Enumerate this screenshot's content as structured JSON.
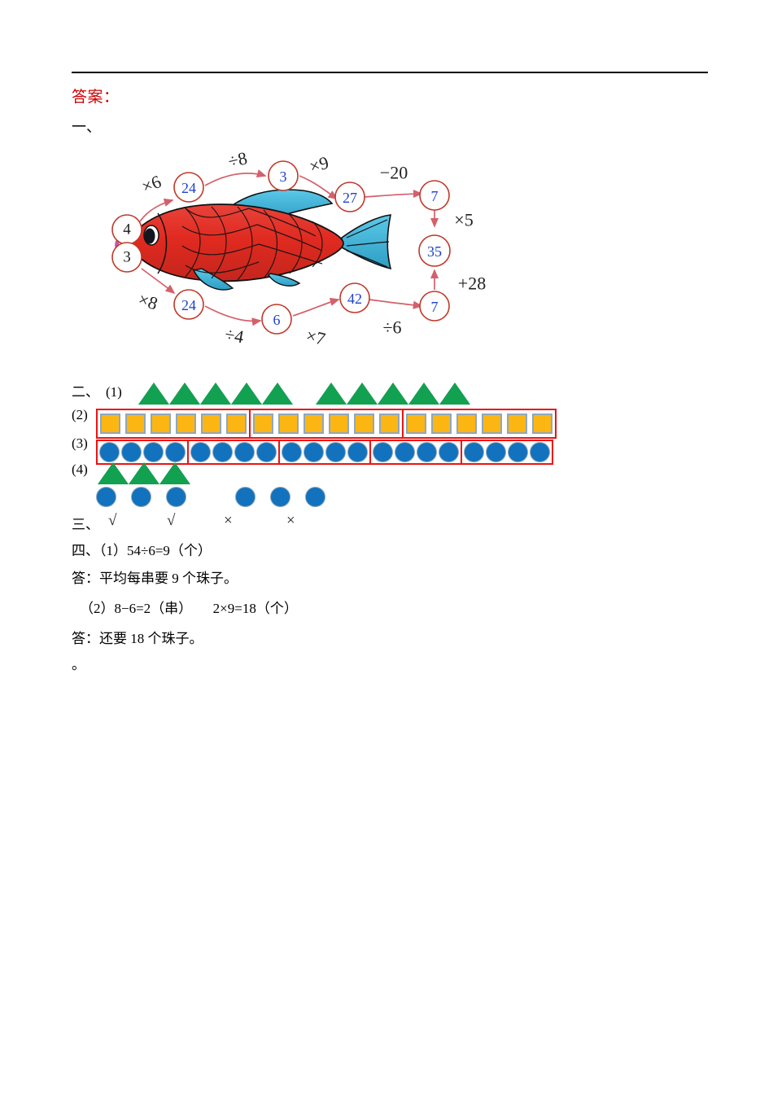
{
  "document": {
    "answers_label": "答案：",
    "section1_label": "一、",
    "section2_label": "二、",
    "section3_label": "三、",
    "section4_label": "四、",
    "trailing_period": "。"
  },
  "fish_diagram": {
    "description": "Red carp fish with arithmetic chain of operations around it",
    "top_chain": {
      "nodes": [
        {
          "value": "4",
          "color": "#1a1a1a"
        },
        {
          "value": "24",
          "color": "#1f3fd0"
        },
        {
          "value": "3",
          "color": "#1f3fd0"
        },
        {
          "value": "27",
          "color": "#1f3fd0"
        },
        {
          "value": "7",
          "color": "#1f3fd0"
        },
        {
          "value": "35",
          "color": "#1f3fd0"
        }
      ],
      "operations": [
        "×6",
        "÷8",
        "×9",
        "−20",
        "×5"
      ]
    },
    "bottom_chain": {
      "nodes": [
        {
          "value": "3",
          "color": "#1a1a1a"
        },
        {
          "value": "24",
          "color": "#1f3fd0"
        },
        {
          "value": "6",
          "color": "#1f3fd0"
        },
        {
          "value": "42",
          "color": "#1f3fd0"
        },
        {
          "value": "7",
          "color": "#1f3fd0"
        }
      ],
      "operations": [
        "×8",
        "÷4",
        "×7",
        "÷6",
        "+28"
      ]
    }
  },
  "section2": {
    "item1_label": "(1)",
    "item2_label": "(2)",
    "item3_label": "(3)",
    "item4_label": "(4)",
    "row1_triangles": {
      "groups": 2,
      "per_group": 5,
      "total": 10,
      "color": "#12a150"
    },
    "row2_squares": {
      "groups": 3,
      "per_group": 6,
      "total": 18,
      "color": "#fcb614",
      "grouped": true
    },
    "row3_circles": {
      "groups": 5,
      "per_group": 4,
      "total": 20,
      "color": "#1272bd",
      "grouped": true
    },
    "row4_triangles": {
      "count": 3,
      "color": "#12a150"
    },
    "row4_circles": {
      "groups": 2,
      "per_group": 3,
      "total": 6,
      "color": "#1272bd"
    }
  },
  "section3": {
    "marks": [
      "√",
      "√",
      "×",
      "×"
    ]
  },
  "section4": {
    "line1": "（1）54÷6=9（个）",
    "line2": "答：平均每串要 9 个珠子。",
    "line3": "（2）8−6=2（串）　　2×9=18（个）",
    "line4": "答：还要 18 个珠子。"
  },
  "colors": {
    "answer_red": "#cc0000",
    "node_blue": "#1f3fd0",
    "arrow_red": "#d4606b",
    "group_box_red": "#ee1111",
    "triangle_green": "#12a150",
    "square_orange": "#fcb614",
    "circle_blue": "#1272bd"
  }
}
